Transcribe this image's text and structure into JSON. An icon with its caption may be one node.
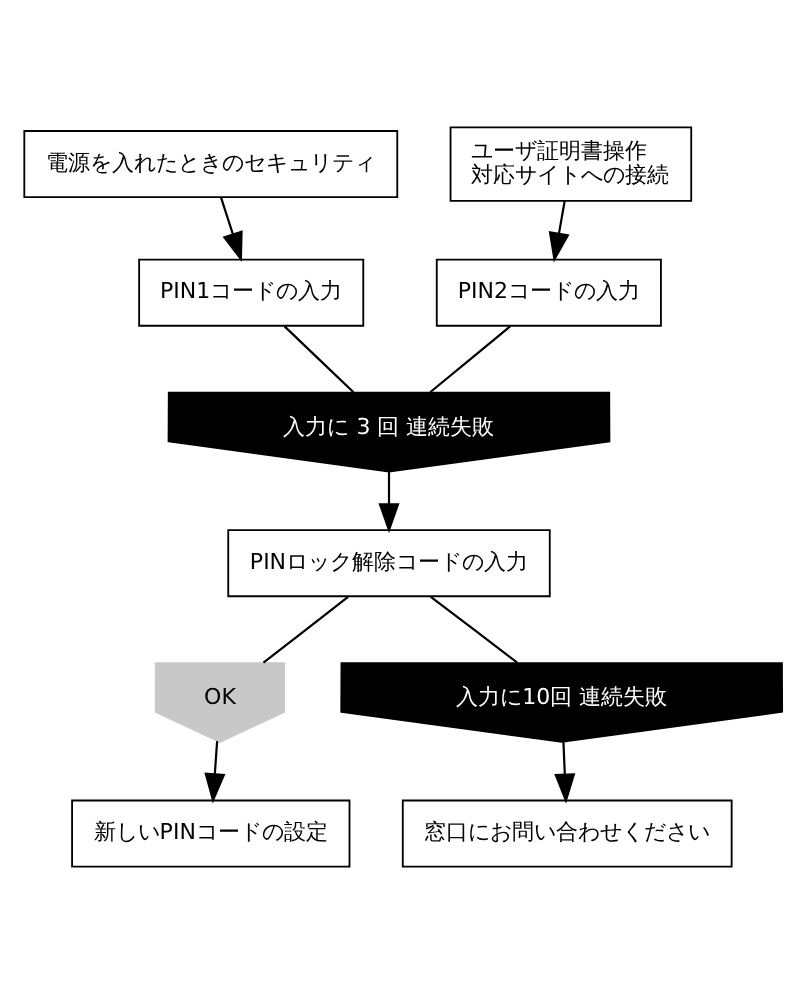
{
  "diagram": {
    "nodes": [
      {
        "text": [
          "電源を入れたときのセキュリティ"
        ]
      },
      {
        "text": [
          "ユーザ証明書操作",
          "対応サイトへの接続"
        ]
      },
      {
        "text": [
          "PIN1コードの入力"
        ]
      },
      {
        "text": [
          "PIN2コードの入力"
        ]
      },
      {
        "text": [
          "入力に 3 回 連続失敗"
        ]
      },
      {
        "text": [
          "PINロック解除コードの入力"
        ]
      },
      {
        "text": [
          "OK"
        ]
      },
      {
        "text": [
          "入力に10回 連続失敗"
        ]
      },
      {
        "text": [
          "新しいPINコードの設定"
        ]
      },
      {
        "text": [
          "窓口にお問い合わせください"
        ]
      }
    ],
    "edges": [
      {
        "from": 0,
        "to": 2,
        "arrow": "to"
      },
      {
        "from": 1,
        "to": 3,
        "arrow": "to"
      },
      {
        "from": 2,
        "to": 4,
        "arrow": "none"
      },
      {
        "from": 3,
        "to": 4,
        "arrow": "none"
      },
      {
        "from": 4,
        "to": 5,
        "arrow": "to"
      },
      {
        "from": 5,
        "to": 6,
        "arrow": "none"
      },
      {
        "from": 5,
        "to": 7,
        "arrow": "none"
      },
      {
        "from": 6,
        "to": 8,
        "arrow": "to"
      },
      {
        "from": 7,
        "to": 9,
        "arrow": "to"
      }
    ]
  }
}
